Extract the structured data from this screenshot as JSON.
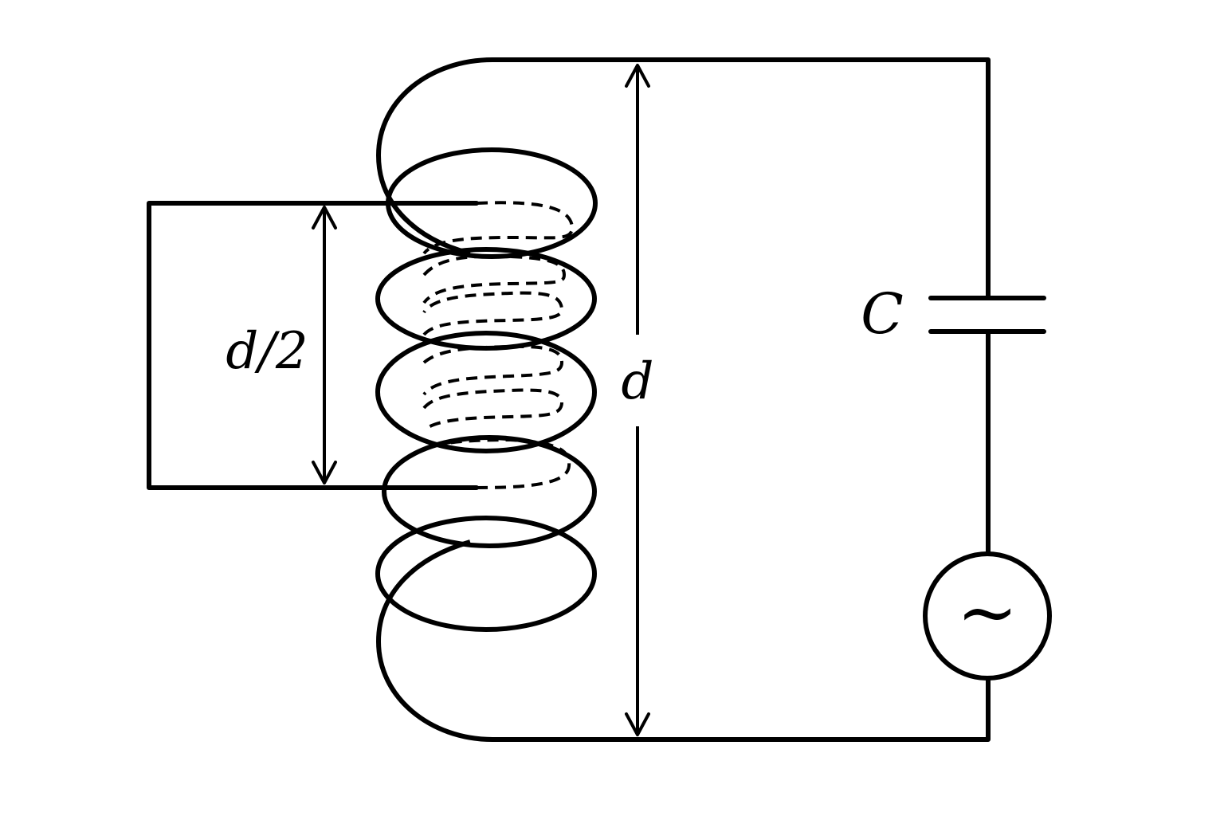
{
  "labels": {
    "short_dimension": "d/2",
    "long_dimension": "d",
    "capacitor": "C",
    "source_symbol": "~"
  }
}
